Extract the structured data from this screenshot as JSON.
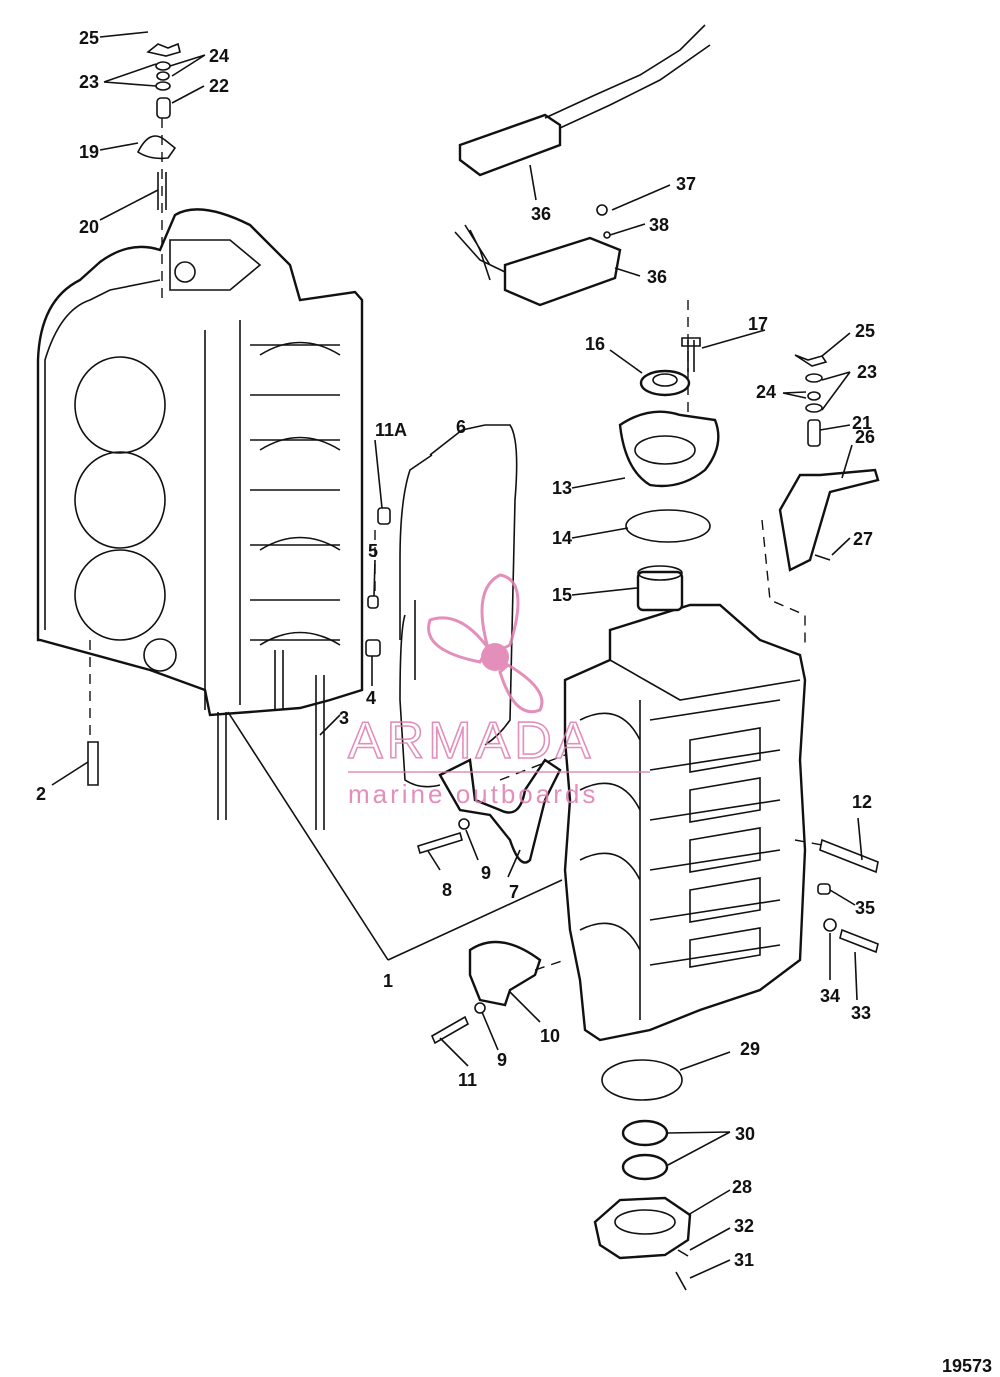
{
  "diagram": {
    "figure_number": "19573",
    "watermark": {
      "brand": "ARMADA",
      "tagline": "marine outboards",
      "color": "#e07bb0"
    },
    "callouts": [
      "25",
      "24",
      "23",
      "22",
      "19",
      "20",
      "11A",
      "6",
      "5",
      "4",
      "3",
      "2",
      "1",
      "8",
      "9",
      "7",
      "10",
      "11",
      "9",
      "12",
      "35",
      "34",
      "33",
      "29",
      "30",
      "28",
      "32",
      "31",
      "37",
      "38",
      "36",
      "36",
      "17",
      "16",
      "13",
      "14",
      "15",
      "25",
      "23",
      "24",
      "21",
      "26",
      "27"
    ]
  }
}
